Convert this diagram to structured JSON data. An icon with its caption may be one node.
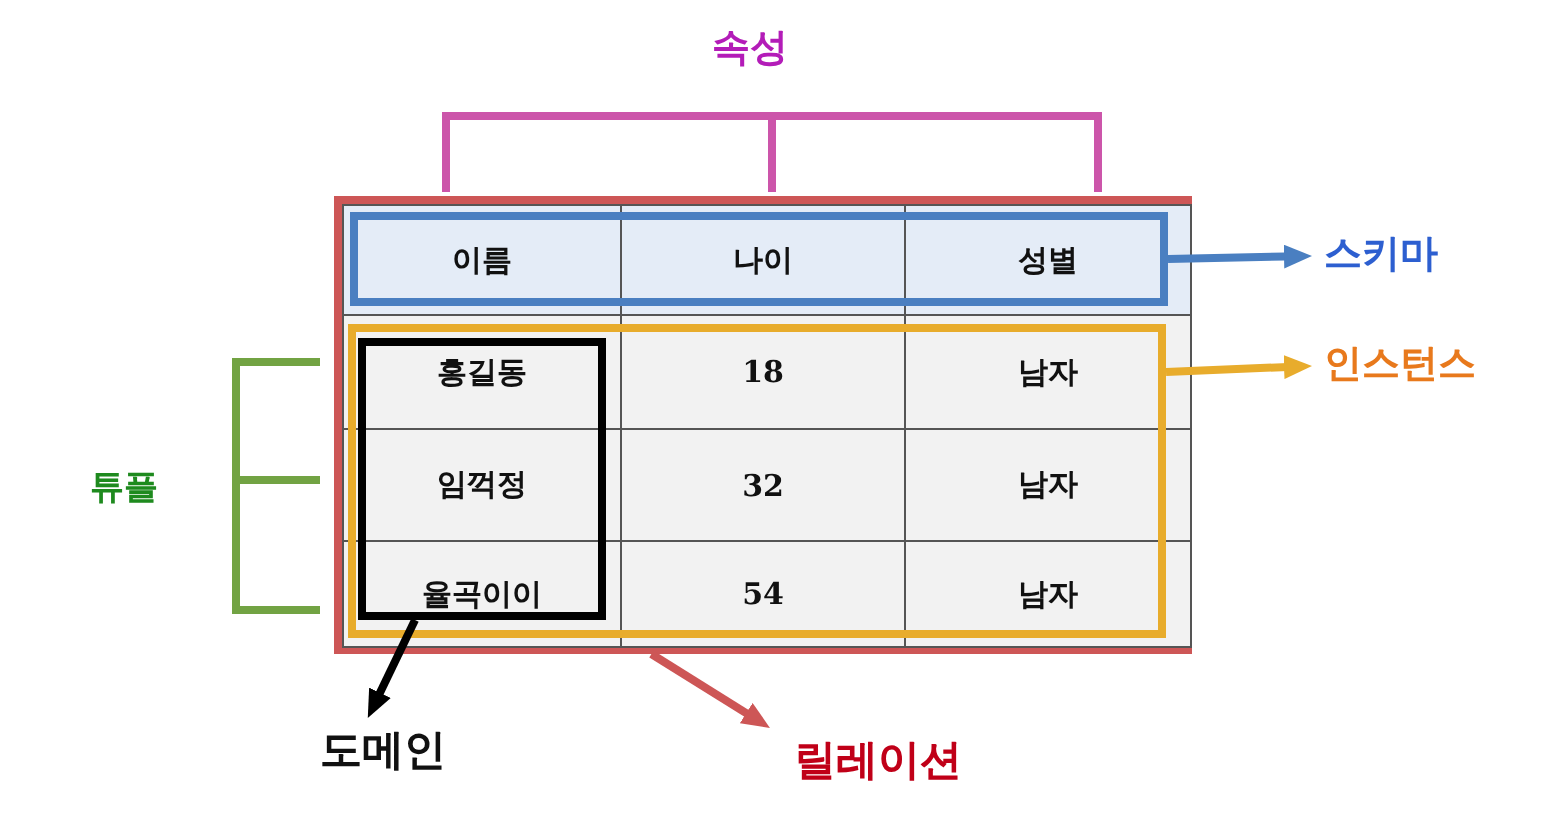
{
  "diagram": {
    "nodes": [
      {
        "text": [],
        "shape": "box"
      },
      {
        "text": [],
        "shape": "box",
        "in": 0
      },
      {
        "text": [],
        "shape": "box",
        "in": 0
      },
      {
        "text": [],
        "shape": "box",
        "in": 2
      },
      {
        "text": [
          "스키마"
        ]
      },
      {
        "text": [
          "인스턴스"
        ]
      },
      {
        "text": [
          "도메인"
        ]
      },
      {
        "text": [
          "릴레이션"
        ]
      }
    ],
    "edges": [
      {
        "from": 1,
        "to": 4,
        "arrow": "to",
        "color": "#4a7fc1"
      },
      {
        "from": 2,
        "to": 5,
        "arrow": "to",
        "color": "#e8ac2c"
      },
      {
        "from": 3,
        "to": 6,
        "arrow": "to",
        "color": "#000000"
      },
      {
        "from": 0,
        "to": 7,
        "arrow": "to",
        "color": "#cd5656"
      }
    ],
    "labels": [
      "속성",
      "튜플",
      "이름",
      "나이",
      "성별",
      "홍길동",
      "18",
      "남자",
      "임꺽정",
      "32",
      "남자",
      "율곡이이",
      "54",
      "남자"
    ]
  }
}
